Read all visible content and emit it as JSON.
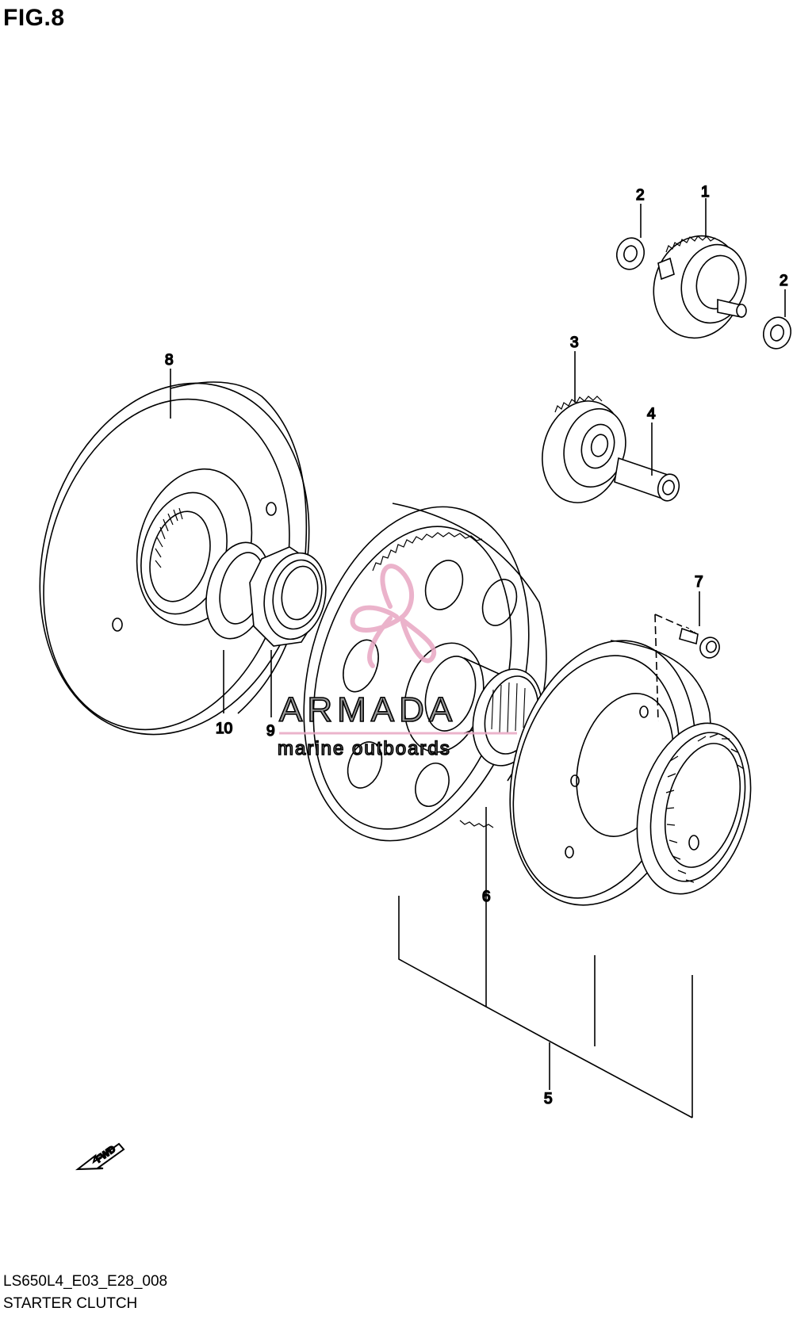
{
  "figure": {
    "title": "FIG.8"
  },
  "callouts": [
    {
      "id": "1",
      "label": "1"
    },
    {
      "id": "2a",
      "label": "2"
    },
    {
      "id": "2b",
      "label": "2"
    },
    {
      "id": "3",
      "label": "3"
    },
    {
      "id": "4",
      "label": "4"
    },
    {
      "id": "5",
      "label": "5"
    },
    {
      "id": "6",
      "label": "6"
    },
    {
      "id": "7",
      "label": "7"
    },
    {
      "id": "8",
      "label": "8"
    },
    {
      "id": "9",
      "label": "9"
    },
    {
      "id": "10",
      "label": "10"
    }
  ],
  "watermark": {
    "brand": "ARMADA",
    "tagline": "marine outboards",
    "color": "#e8a6c2"
  },
  "fwd_marker": {
    "label": "FWD"
  },
  "footer": {
    "code": "LS650L4_E03_E28_008",
    "name": "STARTER CLUTCH"
  }
}
